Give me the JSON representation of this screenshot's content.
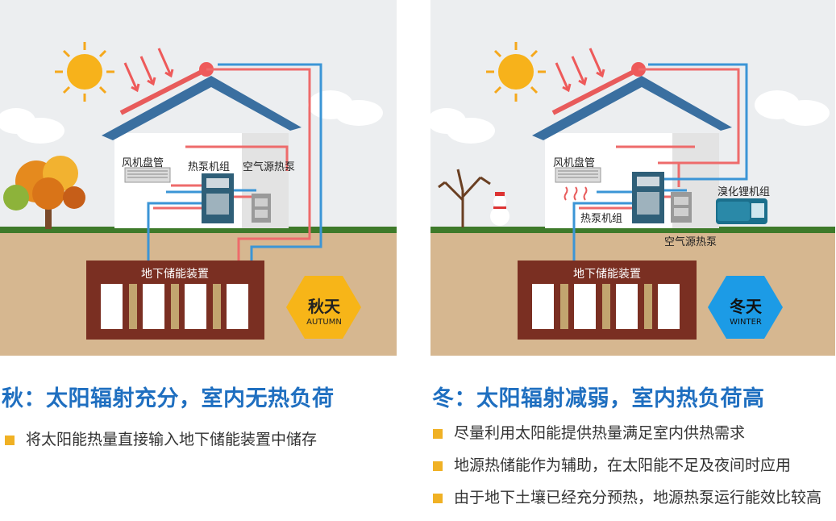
{
  "autumn": {
    "labels": {
      "fan_coil": "风机盘管",
      "heat_pump": "热泵机组",
      "air_source": "空气源热泵",
      "storage": "地下储能装置"
    },
    "season_badge": {
      "cn": "秋天",
      "en": "AUTUMN",
      "color": "#f7b518"
    },
    "heading": "秋：太阳辐射充分，室内无热负荷",
    "bullets": [
      "将太阳能热量直接输入地下储能装置中储存"
    ]
  },
  "winter": {
    "labels": {
      "fan_coil": "风机盘管",
      "lithium_unit": "溴化锂机组",
      "heat_pump": "热泵机组",
      "air_source": "空气源热泵",
      "storage": "地下储能装置"
    },
    "season_badge": {
      "cn": "冬天",
      "en": "WINTER",
      "color": "#1c9be6"
    },
    "heading": "冬：太阳辐射减弱，室内热负荷高",
    "bullets": [
      "尽量利用太阳能提供热量满足室内供热需求",
      "地源热储能作为辅助，在太阳能不足及夜间时应用",
      "由于地下土壤已经充分预热，地源热泵运行能效比较高"
    ]
  },
  "colors": {
    "sky": "#eceef0",
    "soil": "#d6b790",
    "grass": "#3e7a2a",
    "storage_box": "#7a2f22",
    "hot_pipe": "#ee6b6b",
    "cold_pipe": "#3b95d6",
    "heading": "#1f6fc0",
    "bullet": "#f0b124"
  }
}
